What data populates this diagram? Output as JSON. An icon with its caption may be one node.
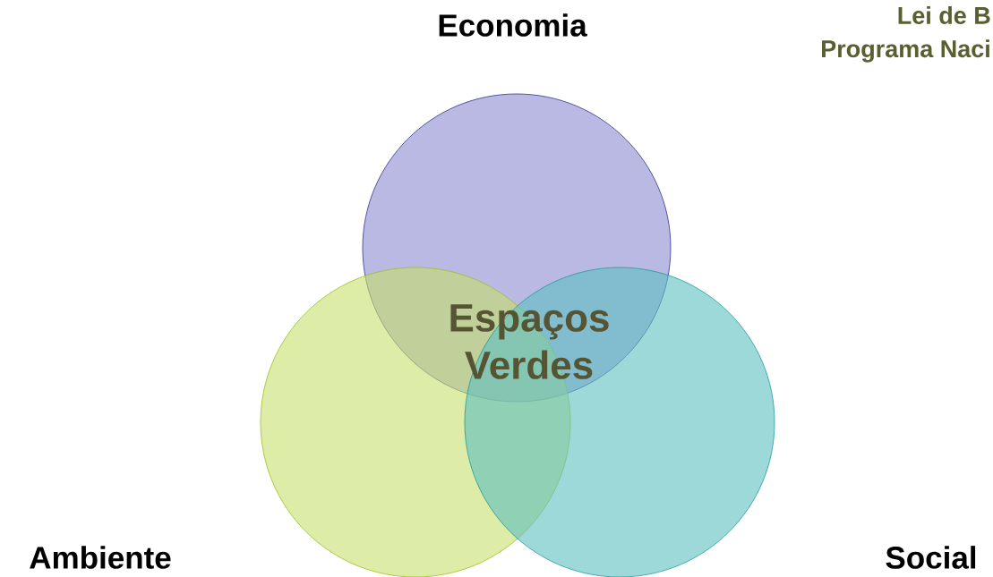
{
  "diagram": {
    "nodes": [
      {
        "text": [],
        "shape": "circle",
        "beside": [
          "Economia"
        ]
      },
      {
        "text": [],
        "shape": "circle",
        "beside": [
          "Ambiente"
        ]
      },
      {
        "text": [],
        "shape": "circle",
        "beside": [
          "Social"
        ]
      }
    ],
    "labels": [
      "Lei de B",
      "Programa Naci",
      "Espaços Verdes"
    ]
  }
}
